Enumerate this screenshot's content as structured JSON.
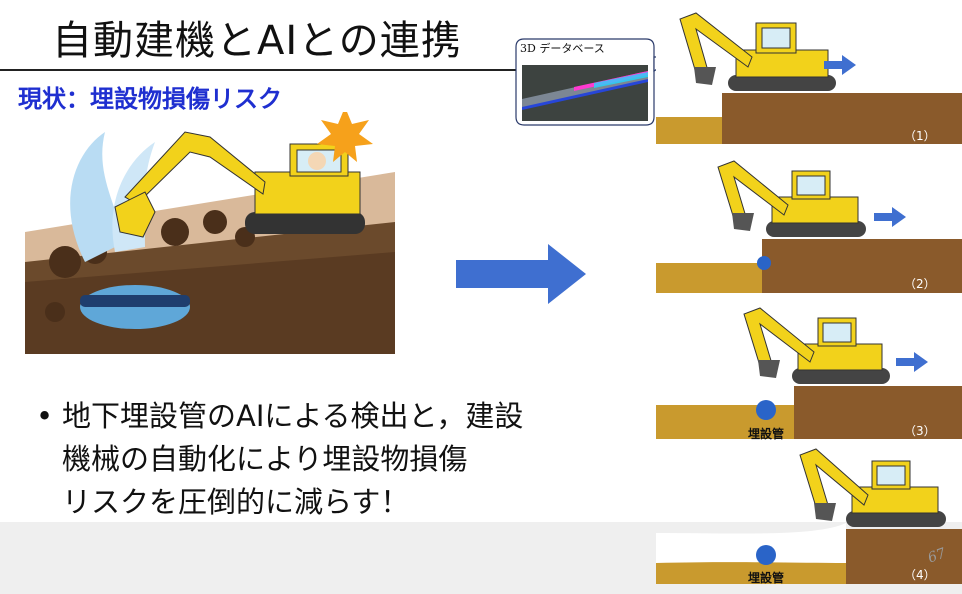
{
  "slide": {
    "title": "自動建機とAIとの連携",
    "subtitle": "現状：埋設物損傷リスク",
    "bullet": {
      "marker": "•",
      "lines": [
        "地下埋設管のAIによる検出と，建設",
        "機械の自動化により埋設物損傷",
        "リスクを圧倒的に減らす！"
      ]
    },
    "callout_label": "3D データベース",
    "steps": [
      {
        "number": "（1）",
        "pipe_label": ""
      },
      {
        "number": "（2）",
        "pipe_label": ""
      },
      {
        "number": "（3）",
        "pipe_label": "埋設管"
      },
      {
        "number": "（4）",
        "pipe_label": "埋設管"
      }
    ],
    "page_number": "67"
  },
  "colors": {
    "title_text": "#111111",
    "subtitle_text": "#1f2fd0",
    "arrow_blue": "#3f6fd0",
    "soil_brown": "#8a5a2b",
    "soil_tan": "#c99a2e",
    "excavator_yellow": "#f2d21b",
    "pipe_blue": "#2a64c8"
  }
}
